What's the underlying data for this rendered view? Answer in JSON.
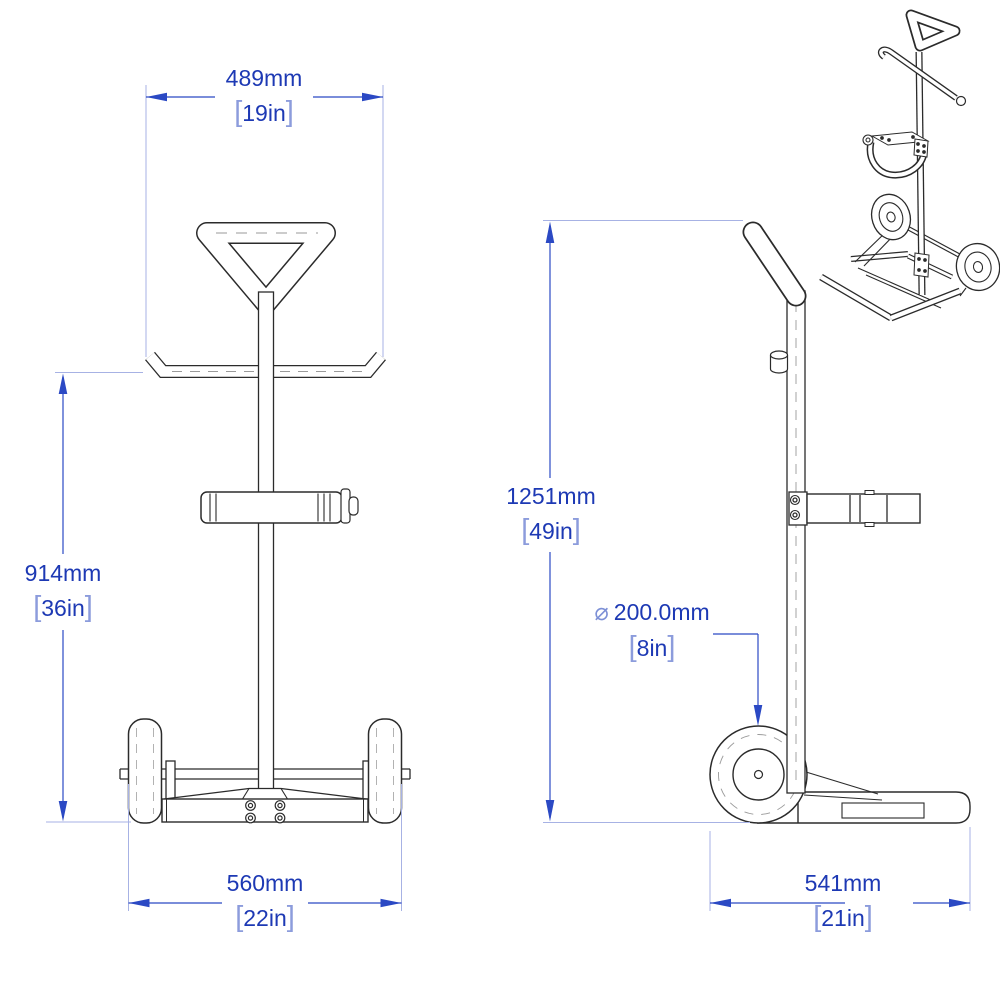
{
  "meta": {
    "bracket_open": "[",
    "bracket_close": "]",
    "colors": {
      "background": "#ffffff",
      "dimension_text": "#1d39b4",
      "dimension_line": "#2b49c4",
      "bracket_text": "#8c9cdc",
      "extension_line": "#a7b2e4",
      "drawing_line": "#2b2b2b",
      "centerline": "#9a9a9a"
    }
  },
  "dimensions": {
    "hook_width": {
      "mm": "489mm",
      "in": "19in"
    },
    "hook_height": {
      "mm": "914mm",
      "in": "36in"
    },
    "base_width": {
      "mm": "560mm",
      "in": "22in"
    },
    "overall_height": {
      "mm": "1251mm",
      "in": "49in"
    },
    "wheel_diameter": {
      "prefix": "⌀",
      "mm": "200.0mm",
      "in": "8in"
    },
    "base_depth": {
      "mm": "541mm",
      "in": "21in"
    }
  }
}
